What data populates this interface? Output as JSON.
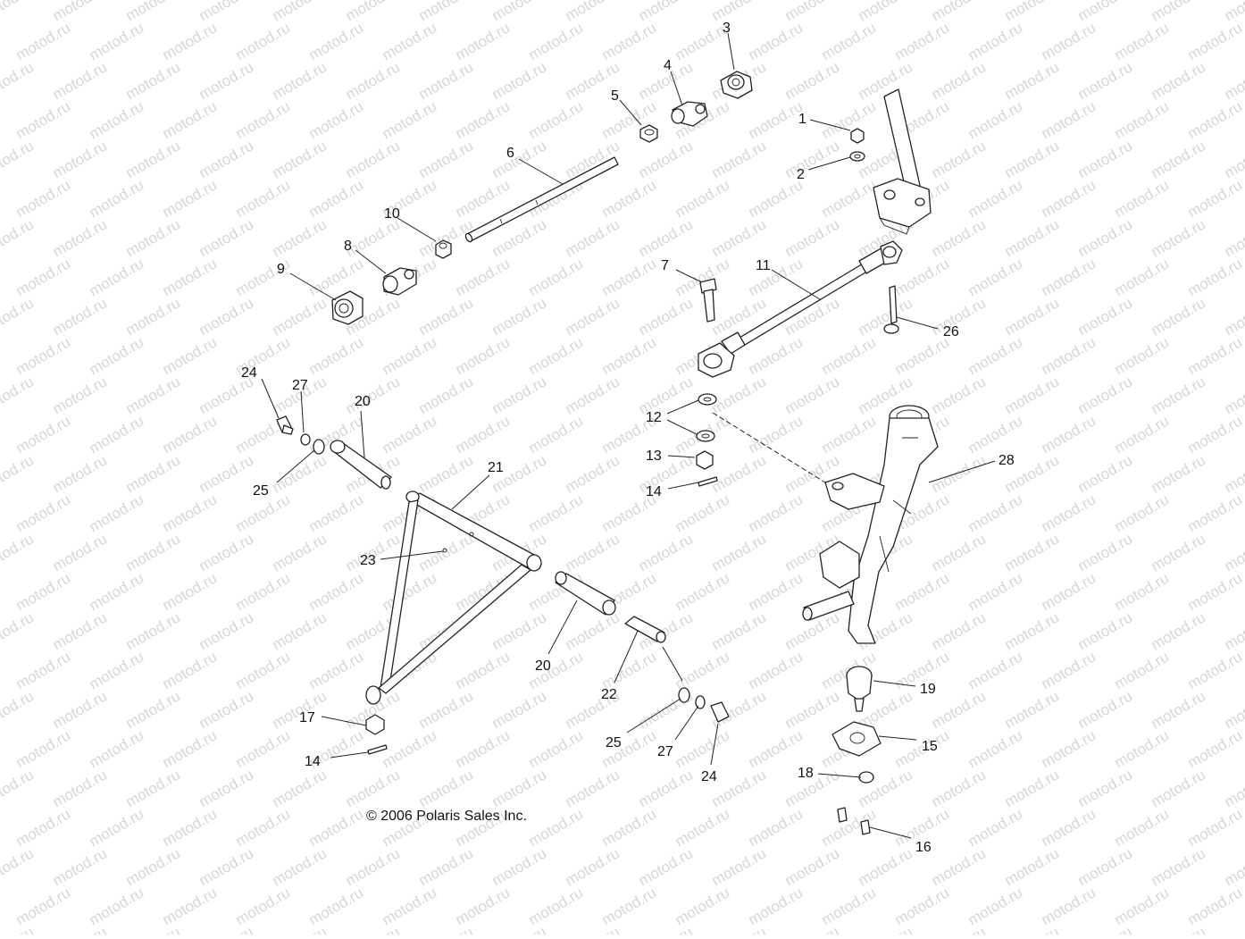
{
  "watermark": "motod.ru",
  "copyright": "© 2006 Polaris Sales Inc.",
  "callouts": {
    "c1": "1",
    "c2": "2",
    "c3": "3",
    "c4": "4",
    "c5": "5",
    "c6": "6",
    "c7": "7",
    "c8": "8",
    "c9": "9",
    "c10": "10",
    "c11": "11",
    "c12": "12",
    "c13": "13",
    "c14a": "14",
    "c14b": "14",
    "c15": "15",
    "c16": "16",
    "c17": "17",
    "c18": "18",
    "c19": "19",
    "c20a": "20",
    "c20b": "20",
    "c21": "21",
    "c22": "22",
    "c23": "23",
    "c24a": "24",
    "c24b": "24",
    "c25a": "25",
    "c25b": "25",
    "c26": "26",
    "c27a": "27",
    "c27b": "27",
    "c28": "28"
  },
  "colors": {
    "line": "#222222",
    "watermark": "#c9c9c9",
    "background": "#ffffff"
  }
}
